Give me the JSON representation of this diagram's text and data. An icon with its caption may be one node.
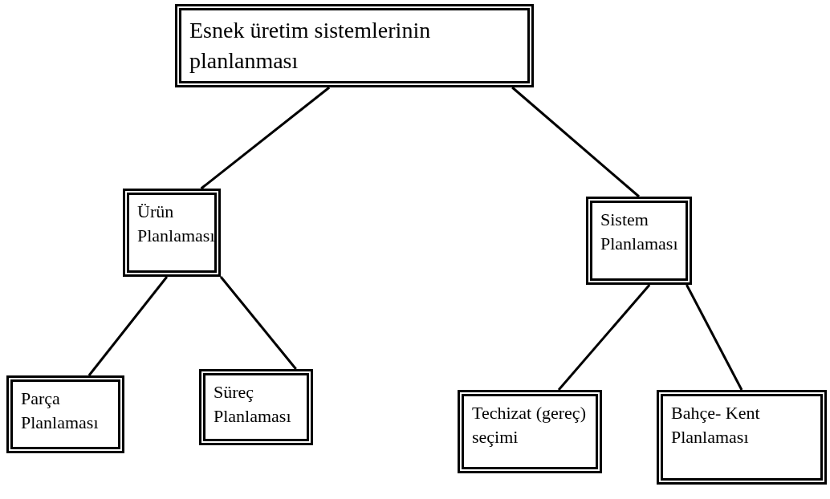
{
  "diagram": {
    "nodes": [
      {
        "text": [
          "Esnek üretim sistemlerinin planlanması"
        ]
      },
      {
        "text": [
          "Ürün Planlaması"
        ]
      },
      {
        "text": [
          "Sistem Planlaması"
        ]
      },
      {
        "text": [
          "Parça Planlaması"
        ]
      },
      {
        "text": [
          "Süreç Planlaması"
        ]
      },
      {
        "text": [
          "Techizat (gereç) seçimi"
        ]
      },
      {
        "text": [
          "Bahçe- Kent Planlaması"
        ]
      }
    ],
    "edges": [
      {
        "from": 0,
        "to": 1,
        "arrow": "none"
      },
      {
        "from": 0,
        "to": 2,
        "arrow": "none"
      },
      {
        "from": 1,
        "to": 3,
        "arrow": "none"
      },
      {
        "from": 1,
        "to": 4,
        "arrow": "none"
      },
      {
        "from": 2,
        "to": 5,
        "arrow": "none"
      },
      {
        "from": 2,
        "to": 6,
        "arrow": "none"
      }
    ]
  }
}
